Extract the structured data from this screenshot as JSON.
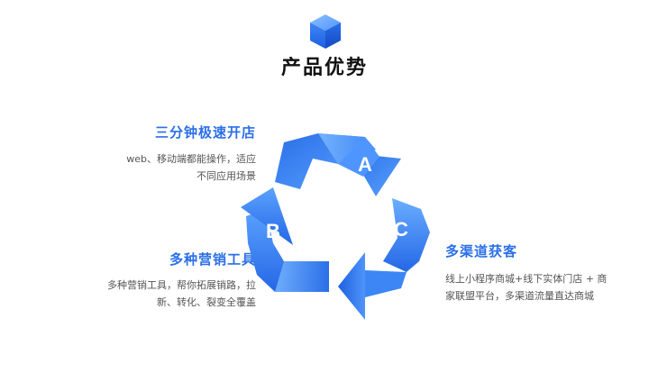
{
  "page": {
    "title": "产品优势",
    "icon": "cube-icon"
  },
  "diagram": {
    "type": "recycle-cycle",
    "nodes": [
      {
        "label": "A",
        "color": "#2f7cf0"
      },
      {
        "label": "B",
        "color": "#2f7cf0"
      },
      {
        "label": "C",
        "color": "#2f7cf0"
      }
    ],
    "colors": {
      "light": "#78b6ff",
      "dark": "#1f5fe0",
      "accent": "#2a6fe8"
    }
  },
  "features": [
    {
      "title": "三分钟极速开店",
      "desc_lines": [
        "web、移动端都能操作，适应",
        "不同应用场景"
      ]
    },
    {
      "title": "多种营销工具",
      "desc_lines": [
        "多种营销工具，帮你拓展销路，拉",
        "新、转化、裂变全覆盖"
      ]
    },
    {
      "title": "多渠道获客",
      "desc_lines": [
        "线上小程序商城+线下实体门店 + 商",
        "家联盟平台，多渠道流量直达商城"
      ]
    }
  ]
}
